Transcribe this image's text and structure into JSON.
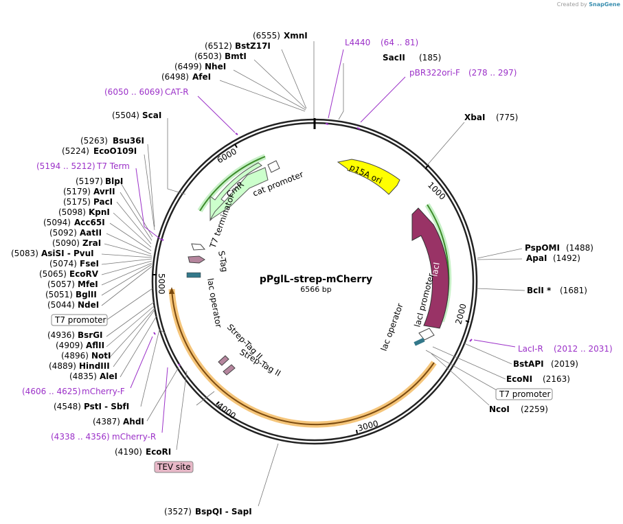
{
  "credit": {
    "prefix": "Created by",
    "brand": "SnapGene"
  },
  "plasmid": {
    "name": "pPglL-strep-mCherry",
    "length": "6566 bp",
    "length_bp": 6566
  },
  "ticks": [
    "1000",
    "2000",
    "3000",
    "4000",
    "5000",
    "6000"
  ],
  "enzymes": [
    {
      "pos": "(6555)",
      "name": "XmnI"
    },
    {
      "pos": "(6512)",
      "name": "BstZ17I"
    },
    {
      "pos": "(6503)",
      "name": "BmtI"
    },
    {
      "pos": "(6499)",
      "name": "NheI"
    },
    {
      "pos": "(6498)",
      "name": "AfeI"
    },
    {
      "pos": "(5504)",
      "name": "ScaI"
    },
    {
      "pos": "(5263)",
      "name": "Bsu36I"
    },
    {
      "pos": "(5224)",
      "name": "EcoO109I"
    },
    {
      "pos": "(5197)",
      "name": "BlpI"
    },
    {
      "pos": "(5179)",
      "name": "AvrII"
    },
    {
      "pos": "(5175)",
      "name": "PacI"
    },
    {
      "pos": "(5098)",
      "name": "KpnI"
    },
    {
      "pos": "(5094)",
      "name": "Acc65I"
    },
    {
      "pos": "(5092)",
      "name": "AatII"
    },
    {
      "pos": "(5090)",
      "name": "ZraI"
    },
    {
      "pos": "(5083)",
      "name": "AsiSI - PvuI"
    },
    {
      "pos": "(5074)",
      "name": "FseI"
    },
    {
      "pos": "(5065)",
      "name": "EcoRV"
    },
    {
      "pos": "(5057)",
      "name": "MfeI"
    },
    {
      "pos": "(5051)",
      "name": "BglII"
    },
    {
      "pos": "(5044)",
      "name": "NdeI"
    },
    {
      "pos": "(4936)",
      "name": "BsrGI"
    },
    {
      "pos": "(4909)",
      "name": "AflII"
    },
    {
      "pos": "(4896)",
      "name": "NotI"
    },
    {
      "pos": "(4889)",
      "name": "HindIII"
    },
    {
      "pos": "(4835)",
      "name": "AleI"
    },
    {
      "pos": "(4548)",
      "name": "PstI - SbfI"
    },
    {
      "pos": "(4387)",
      "name": "AhdI"
    },
    {
      "pos": "(4190)",
      "name": "EcoRI"
    },
    {
      "pos": "(3527)",
      "name": "BspQI - SapI"
    },
    {
      "pos": "(185)",
      "name": "SacII"
    },
    {
      "pos": "(775)",
      "name": "XbaI"
    },
    {
      "pos": "(1488)",
      "name": "PspOMI"
    },
    {
      "pos": "(1492)",
      "name": "ApaI"
    },
    {
      "pos": "(1681)",
      "name": "BclI *"
    },
    {
      "pos": "(2019)",
      "name": "BstAPI"
    },
    {
      "pos": "(2163)",
      "name": "EcoNI"
    },
    {
      "pos": "(2259)",
      "name": "NcoI"
    }
  ],
  "primers": [
    {
      "name": "L4440",
      "range": "(64 .. 81)"
    },
    {
      "name": "pBR322ori-F",
      "range": "(278 .. 297)"
    },
    {
      "name": "CAT-R",
      "range": "(6050 .. 6069)"
    },
    {
      "name": "T7 Term",
      "range": "(5194 .. 5212)"
    },
    {
      "name": "LacI-R",
      "range": "(2012 .. 2031)"
    },
    {
      "name": "mCherry-F",
      "range": "(4606 .. 4625)"
    },
    {
      "name": "mCherry-R",
      "range": "(4338 .. 4356)"
    }
  ],
  "boxed": {
    "t7_left": "T7 promoter",
    "t7_right": "T7 promoter",
    "tev": "TEV site"
  },
  "features": {
    "p15a": "p15A ori",
    "lacI": "lacI",
    "cmr": "CmR",
    "cat_promoter": "cat promoter",
    "t7_terminator": "T7 terminator",
    "stag": "S-Tag",
    "lac_operator_left": "lac operator",
    "lac_operator_right": "lac operator",
    "laci_promoter": "lacI promoter",
    "strep1": "Strep-Tag II",
    "strep2": "Strep-Tag II"
  },
  "colors": {
    "p15a": "#ffff00",
    "lacI": "#993366",
    "cmr": "#ccffcc",
    "orf_highlight": "#f5c57a",
    "primer": "#9b30c8"
  }
}
